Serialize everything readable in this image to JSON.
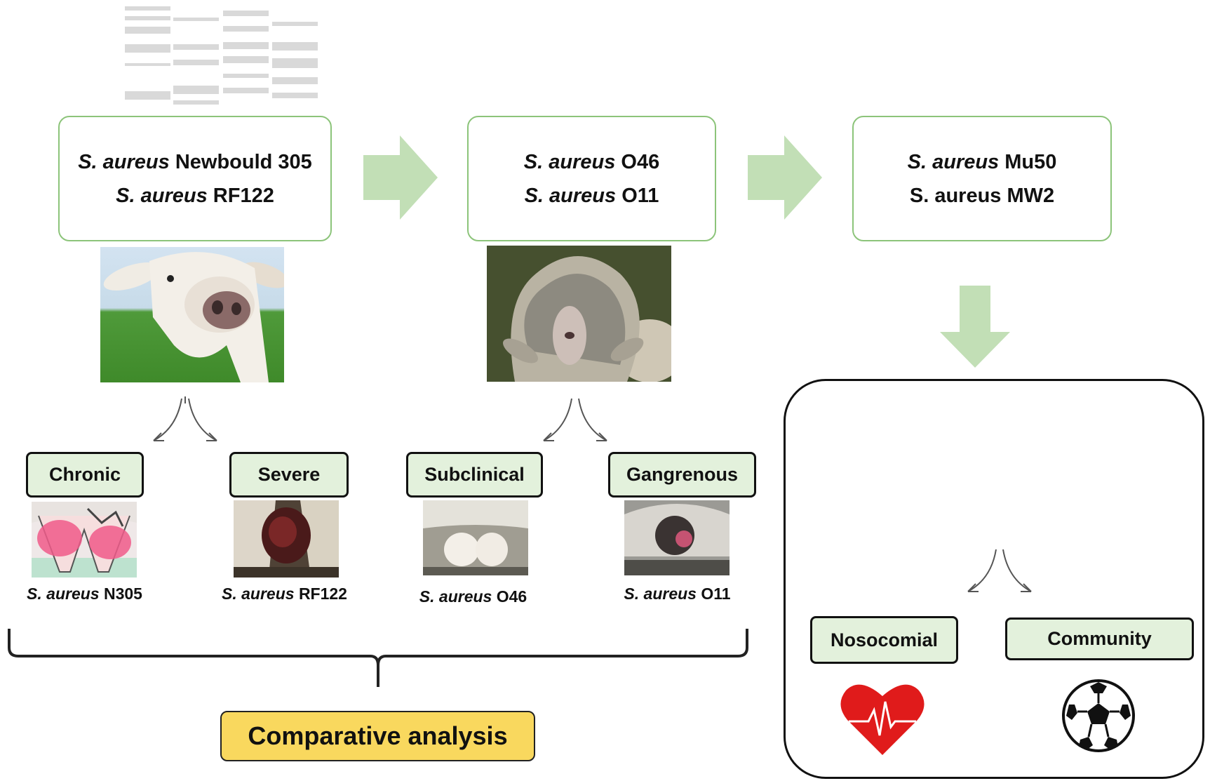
{
  "strain_groups": [
    {
      "lines": [
        {
          "species": "S. aureus",
          "strain": "Newbould 305"
        },
        {
          "species": "S. aureus",
          "strain": "RF122"
        }
      ]
    },
    {
      "lines": [
        {
          "species": "S. aureus",
          "strain": "O46"
        },
        {
          "species": "S. aureus",
          "strain": "O11"
        }
      ]
    },
    {
      "lines": [
        {
          "species": "S. aureus",
          "strain": "Mu50"
        },
        {
          "species": "",
          "strain": "S. aureus MW2"
        }
      ]
    }
  ],
  "mastitis_types": [
    {
      "label": "Chronic",
      "caption_species": "S. aureus",
      "caption_strain": "N305"
    },
    {
      "label": "Severe",
      "caption_species": "S. aureus",
      "caption_strain": "RF122"
    },
    {
      "label": "Subclinical",
      "caption_species": "S. aureus",
      "caption_strain": "O46"
    },
    {
      "label": "Gangrenous",
      "caption_species": "S. aureus",
      "caption_strain": "O11"
    }
  ],
  "human_infection_types": [
    {
      "label": "Nosocomial",
      "icon": "heart-ecg-icon"
    },
    {
      "label": "Community",
      "icon": "soccer-ball-icon"
    }
  ],
  "comparative_label": "Comparative analysis",
  "colors": {
    "box_border": "#8cc47a",
    "arrow": "#c2dfb6",
    "tag_fill": "#e3f1dc",
    "comparative_fill": "#f9d85e",
    "heart": "#e01b1b"
  }
}
